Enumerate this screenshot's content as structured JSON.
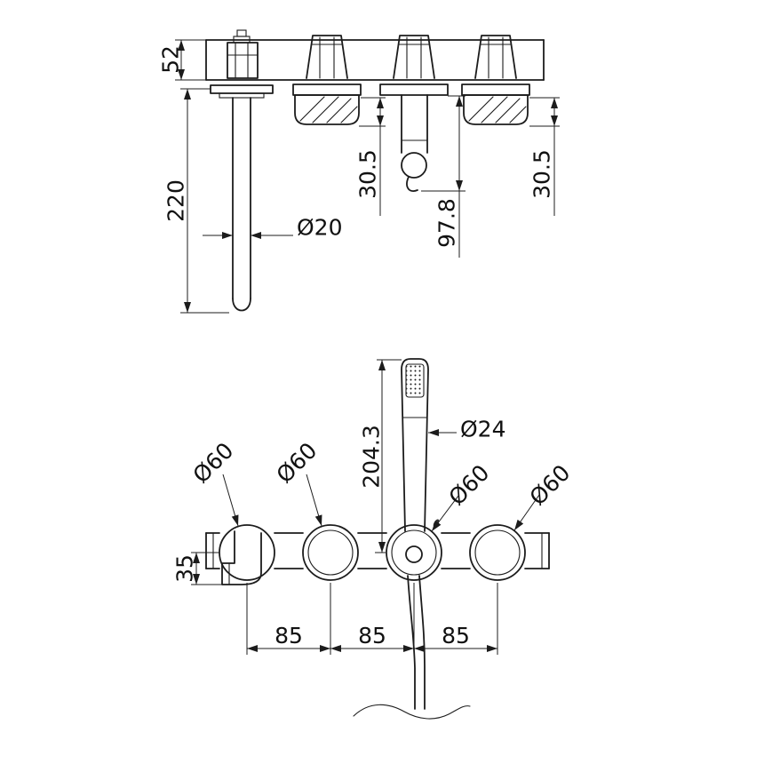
{
  "colors": {
    "line": "#1c1c1c",
    "background": "#ffffff"
  },
  "drawing_type": "faucet-technical-dimension-drawing",
  "top_view": {
    "bar_height": "52",
    "spout_length": "220",
    "spout_diameter": "Ø20",
    "handle_depth_left": "30.5",
    "diverter_depth": "97.8",
    "handle_depth_right": "30.5"
  },
  "front_view": {
    "wand_height": "204.3",
    "wand_diameter": "Ø24",
    "rosette_1": "Ø60",
    "rosette_2": "Ø60",
    "rosette_3": "Ø60",
    "rosette_4": "Ø60",
    "spout_drop": "35",
    "spacing_1": "85",
    "spacing_2": "85",
    "spacing_3": "85"
  }
}
